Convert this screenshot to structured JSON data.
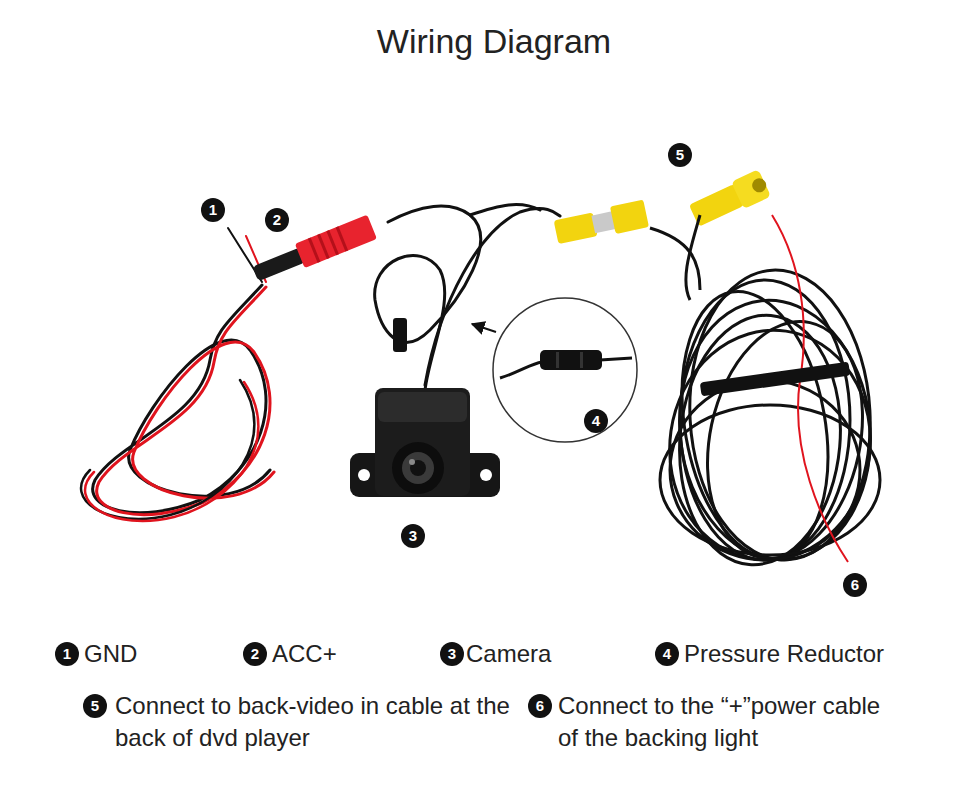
{
  "diagram": {
    "title": "Wiring Diagram",
    "labels": [
      "1",
      "2",
      "5",
      "3",
      "4",
      "6",
      "1",
      "GND",
      "2",
      "ACC+",
      "3",
      "Camera",
      "4",
      "Pressure Reductor",
      "5",
      "Connect to back-video in cable at the back of dvd player",
      "6",
      "Connect to the “+”power cable of the backing light"
    ]
  }
}
